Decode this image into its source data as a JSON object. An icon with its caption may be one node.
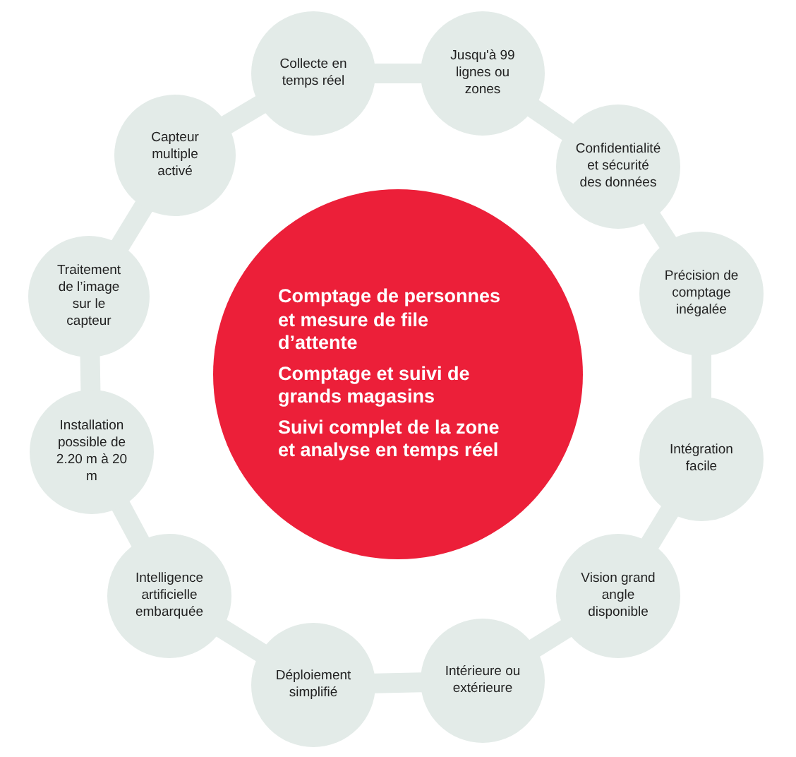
{
  "diagram": {
    "nodes": [
      {
        "text": [
          "Comptage de personnes et mesure de file d’attente",
          "Comptage et suivi de grands magasins",
          "Suivi complet de la zone et analyse en temps réel"
        ]
      },
      {
        "text": [
          "Collecte en temps réel"
        ]
      },
      {
        "text": [
          "Jusqu'à 99 lignes ou zones"
        ]
      },
      {
        "text": [
          "Confidentialité et sécurité des données"
        ]
      },
      {
        "text": [
          "Précision de comptage inégalée"
        ]
      },
      {
        "text": [
          "Intégration facile"
        ]
      },
      {
        "text": [
          "Vision grand angle disponible"
        ]
      },
      {
        "text": [
          "Intérieure ou extérieure"
        ]
      },
      {
        "text": [
          "Déploiement simplifié"
        ]
      },
      {
        "text": [
          "Intelligence artificielle embarquée"
        ]
      },
      {
        "text": [
          "Installation possible de 2.20 m à 20 m"
        ]
      },
      {
        "text": [
          "Traitement de l’image sur le capteur"
        ]
      },
      {
        "text": [
          "Capteur multiple activé"
        ]
      }
    ],
    "edges": [
      {
        "from": 1,
        "to": 2,
        "arrow": "none"
      },
      {
        "from": 2,
        "to": 3,
        "arrow": "none"
      },
      {
        "from": 3,
        "to": 4,
        "arrow": "none"
      },
      {
        "from": 4,
        "to": 5,
        "arrow": "none"
      },
      {
        "from": 5,
        "to": 6,
        "arrow": "none"
      },
      {
        "from": 6,
        "to": 7,
        "arrow": "none"
      },
      {
        "from": 7,
        "to": 8,
        "arrow": "none"
      },
      {
        "from": 8,
        "to": 9,
        "arrow": "none"
      },
      {
        "from": 9,
        "to": 10,
        "arrow": "none"
      },
      {
        "from": 10,
        "to": 11,
        "arrow": "none"
      },
      {
        "from": 11,
        "to": 12,
        "arrow": "none"
      },
      {
        "from": 12,
        "to": 1,
        "arrow": "none"
      }
    ]
  }
}
